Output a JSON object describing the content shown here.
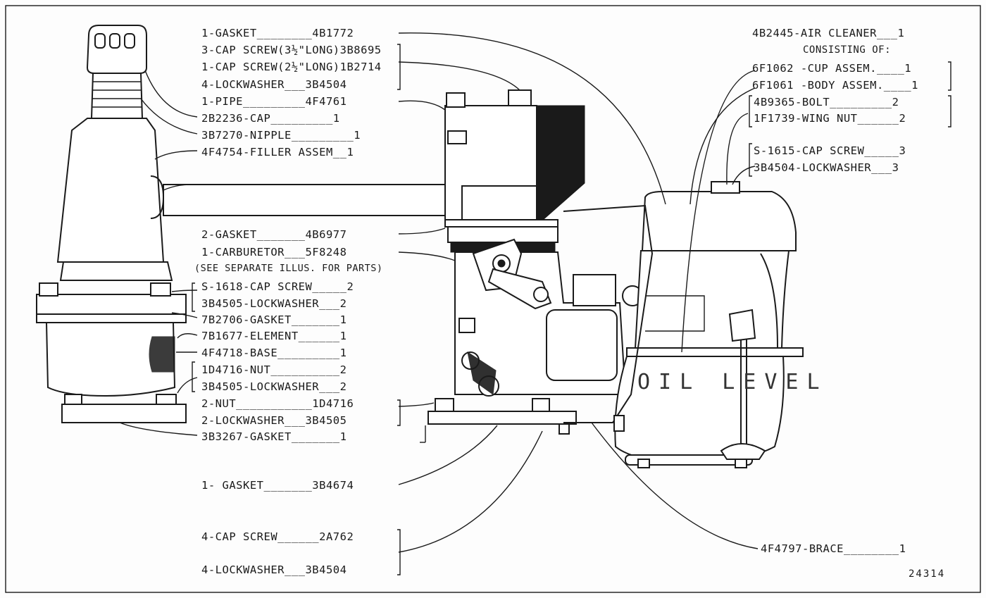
{
  "labels_left": [
    "3B3267-GASKET_______1"
  ],
  "labels_center": [
    "1-GASKET________4B1772",
    "3-CAP SCREW(3½\"LONG)3B8695",
    "1-CAP SCREW(2½\"LONG)1B2714",
    "4-LOCKWASHER___3B4504",
    "1-PIPE_________4F4761",
    "2B2236-CAP_________1",
    "3B7270-NIPPLE_________1",
    "4F4754-FILLER ASSEM__1",
    "2-GASKET_______4B6977",
    "1-CARBURETOR___5F8248",
    "(SEE SEPARATE ILLUS. FOR PARTS)",
    "S-1618-CAP SCREW_____2",
    "3B4505-LOCKWASHER___2",
    "7B2706-GASKET_______1",
    "7B1677-ELEMENT______1",
    "4F4718-BASE_________1",
    "1D4716-NUT__________2",
    "3B4505-LOCKWASHER___2",
    "2-NUT___________1D4716",
    "2-LOCKWASHER___3B4505",
    "1- GASKET_______3B4674",
    "4-CAP SCREW______2A762",
    "4-LOCKWASHER___3B4504"
  ],
  "labels_right": [
    "4B2445-AIR CLEANER___1",
    "CONSISTING OF:",
    "6F1062 -CUP ASSEM.____1",
    "6F1061 -BODY ASSEM.____1",
    "4B9365-BOLT_________2",
    "1F1739-WING NUT______2",
    "S-1615-CAP SCREW_____3",
    "3B4504-LOCKWASHER___3",
    "4F4797-BRACE________1"
  ],
  "cast_text": "OIL LEVEL",
  "figure_number": "24314"
}
